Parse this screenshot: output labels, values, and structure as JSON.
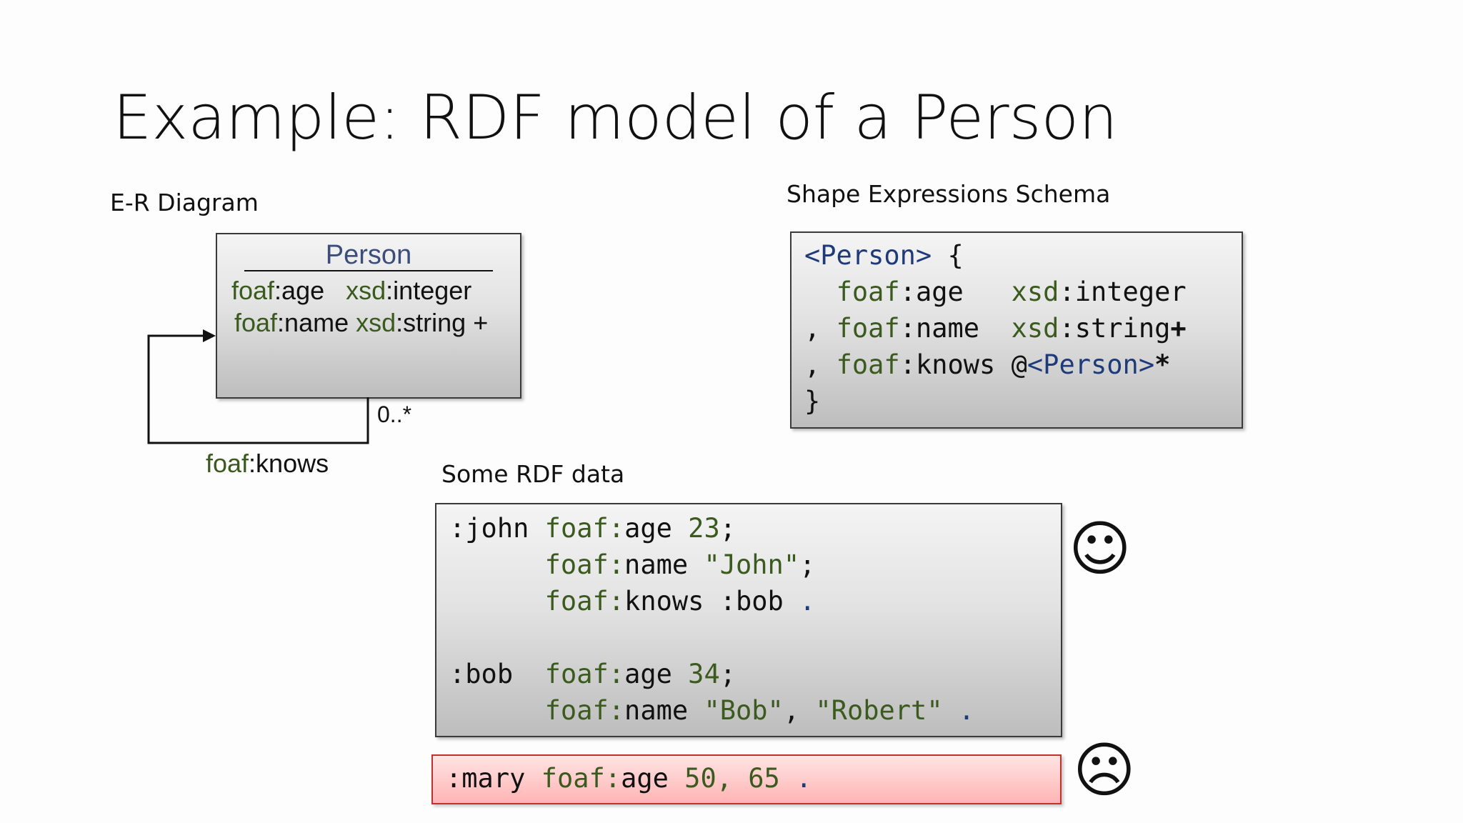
{
  "title": "Example: RDF model of a Person",
  "er": {
    "label": "E-R Diagram",
    "entity": "Person",
    "attr1": {
      "prefix": "foaf",
      "local": ":age",
      "type_prefix": "xsd",
      "type_local": ":integer"
    },
    "attr2": {
      "prefix": "foaf",
      "local": ":name",
      "type_prefix": "xsd",
      "type_local": ":string +"
    },
    "cardinality": "0..*",
    "relation": {
      "prefix": "foaf",
      "local": ":knows"
    }
  },
  "shex": {
    "label": "Shape Expressions Schema",
    "l1_shape": "<Person>",
    "l1_rest": " {",
    "l2_prefix": "foaf",
    "l2_local": ":age",
    "l2_type_prefix": "xsd",
    "l2_type_local": ":integer",
    "l3_comma": ",",
    "l3_prefix": "foaf",
    "l3_local": ":name",
    "l3_type_prefix": "xsd",
    "l3_type_local": ":string",
    "l3_card": "+",
    "l4_comma": ",",
    "l4_prefix": "foaf",
    "l4_local": ":knows",
    "l4_at": "@",
    "l4_ref": "<Person>",
    "l4_card": "*",
    "l5": "}"
  },
  "rdf": {
    "label": "Some RDF data",
    "john": ":john",
    "john_age_prefix": "foaf:",
    "john_age_local": "age",
    "john_age_val": "23",
    "john_name_prefix": "foaf:",
    "john_name_local": "name",
    "john_name_val": "\"John\"",
    "john_knows_prefix": "foaf:",
    "john_knows_local": "knows",
    "john_knows_val": ":bob",
    "bob": ":bob",
    "bob_age_prefix": "foaf:",
    "bob_age_local": "age",
    "bob_age_val": "34",
    "bob_name_prefix": "foaf:",
    "bob_name_local": "name",
    "bob_name_val1": "\"Bob\"",
    "bob_name_val2": "\"Robert\""
  },
  "bad": {
    "subject": ":mary",
    "pred_prefix": "foaf:",
    "pred_local": "age",
    "values": "50, 65"
  },
  "faces": {
    "happy": "☺",
    "sad": "☹"
  }
}
